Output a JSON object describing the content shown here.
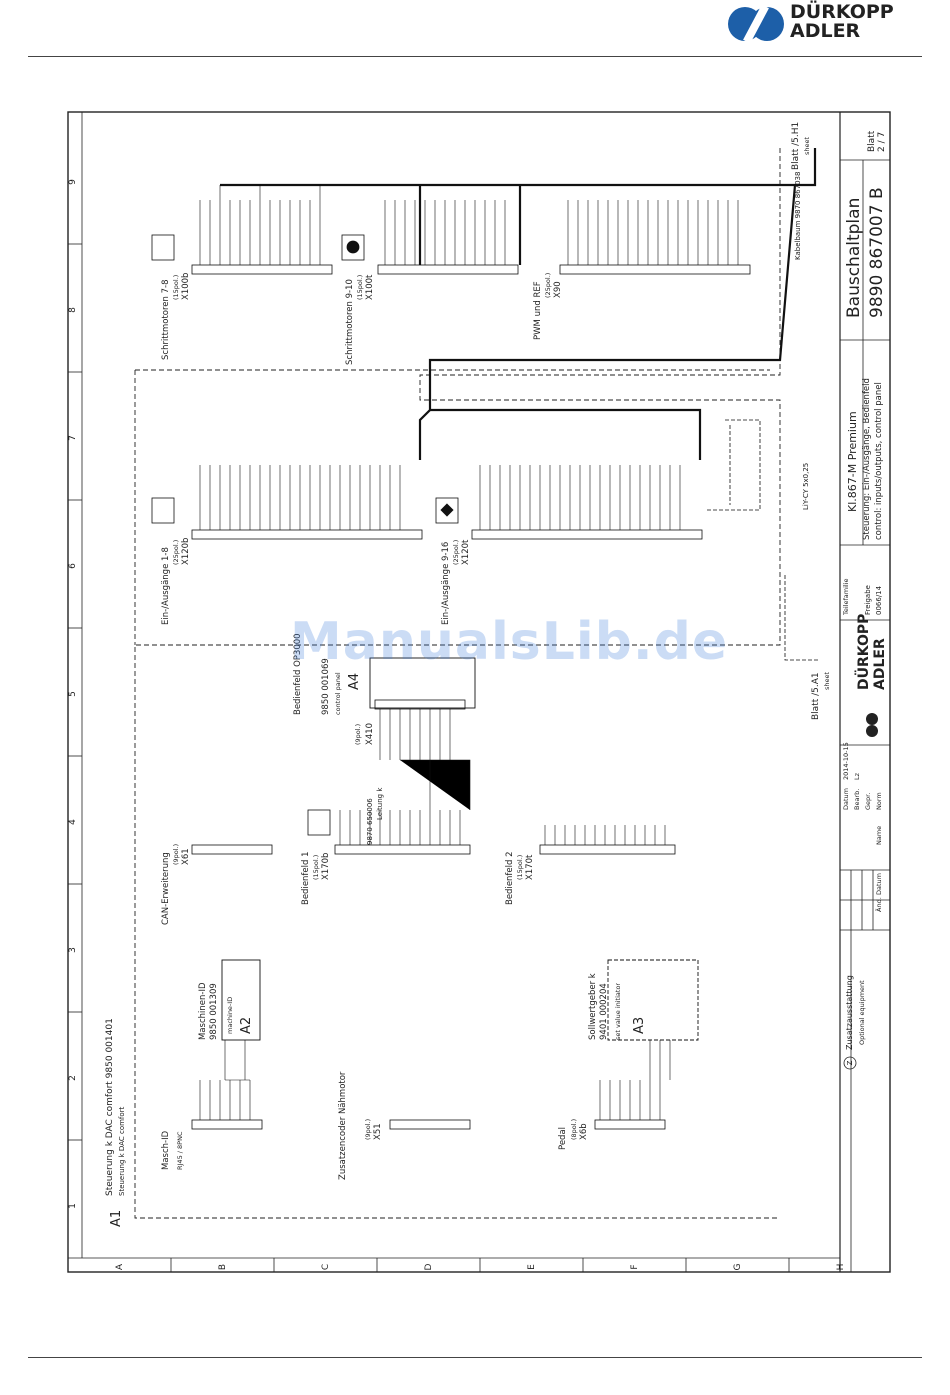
{
  "logo": {
    "line1": "DÜRKOPP",
    "line2": "ADLER"
  },
  "watermark": "ManualsLib.de",
  "grid": {
    "cols": [
      "1",
      "2",
      "3",
      "4",
      "5",
      "6",
      "7",
      "8",
      "9"
    ],
    "rows": [
      "A",
      "B",
      "C",
      "D",
      "E",
      "F",
      "G",
      "H"
    ]
  },
  "title_block": {
    "document_title": "Bauschaltplan",
    "drawing_number": "9890 867007 B",
    "sheet_label": "Blatt",
    "sheet_value": "2 / 7",
    "machine": "Kl.867-M Premium",
    "subtitle_de": "Steuerung: Ein-/Ausgänge, Bedienfeld",
    "subtitle_en": "control: inputs/outputs, control panel",
    "family_label": "Teilefamilie",
    "release_label": "Freigabe",
    "release_value": "0066/14",
    "date_label": "Datum",
    "date_value": "2014-10-15",
    "edited_label": "Bearb.",
    "edited_value": "Lz",
    "checked_label": "Gepr.",
    "standard_label": "Norm",
    "name_label": "Name",
    "change_label": "Änd.",
    "change_date_label": "Datum",
    "logo_line1": "DÜRKOPP",
    "logo_line2": "ADLER"
  },
  "diagram": {
    "a1_id": "A1",
    "a1_title": "Steuerung k DAC comfort 9850 001401",
    "a1_title_en": "Steuerung k DAC comfort",
    "connectors": {
      "masch_id": {
        "name": "Masch-ID",
        "type": "RJ45 / 8PNC"
      },
      "encoder": {
        "name": "Zusatzencoder Nähmotor",
        "id": "X51",
        "pol": "(9pol.)"
      },
      "pedal": {
        "name": "Pedal",
        "id": "X6b",
        "pol": "(8pol.)"
      },
      "can": {
        "name": "CAN-Erweiterung",
        "id": "X61",
        "pol": "(9pol.)"
      },
      "panel1": {
        "name": "Bedienfeld 1",
        "id": "X170b",
        "pol": "(15pol.)"
      },
      "panel2": {
        "name": "Bedienfeld 2",
        "id": "X170t",
        "pol": "(15pol.)"
      },
      "io_1_8": {
        "name": "Ein-/Ausgänge 1-8",
        "id": "X120b",
        "pol": "(25pol.)"
      },
      "io_9_16": {
        "name": "Ein-/Ausgänge 9-16",
        "id": "X120t",
        "pol": "(25pol.)"
      },
      "stepper_7_8": {
        "name": "Schrittmotoren 7-8",
        "id": "X100b",
        "pol": "(15pol.)"
      },
      "stepper_9_10": {
        "name": "Schrittmotoren 9-10",
        "id": "X100t",
        "pol": "(15pol.)"
      },
      "pwm": {
        "name": "PWM und REF",
        "id": "X90",
        "pol": "(25pol.)"
      }
    },
    "modules": {
      "a2": {
        "id": "A2",
        "name": "Maschinen-ID",
        "part": "9850 001309",
        "sub": "machine-ID"
      },
      "a3": {
        "id": "A3",
        "name": "Sollwertgeber k",
        "part": "9401 000204",
        "sub": "set value initiator"
      },
      "a4": {
        "id": "A4",
        "name": "Bedienfeld OP3000",
        "part": "9850 001069",
        "sub": "control panel",
        "connector": "X410",
        "pol": "(9pol.)"
      }
    },
    "cables": {
      "panel_cable": "9870 650006",
      "panel_cable_label": "Leitung k",
      "cable_tree": "Kabelbaum 9870 867038",
      "liycy": "LiY-CY 5x0,25"
    },
    "refs": {
      "to_a1": "Blatt /5.A1",
      "to_a1_sub": "sheet",
      "to_h1": "Blatt /5.H1",
      "to_h1_sub": "sheet"
    },
    "optional_note": "Zusatzausstattung",
    "optional_note_en": "Optional equipment",
    "optional_symbol": "Z"
  }
}
